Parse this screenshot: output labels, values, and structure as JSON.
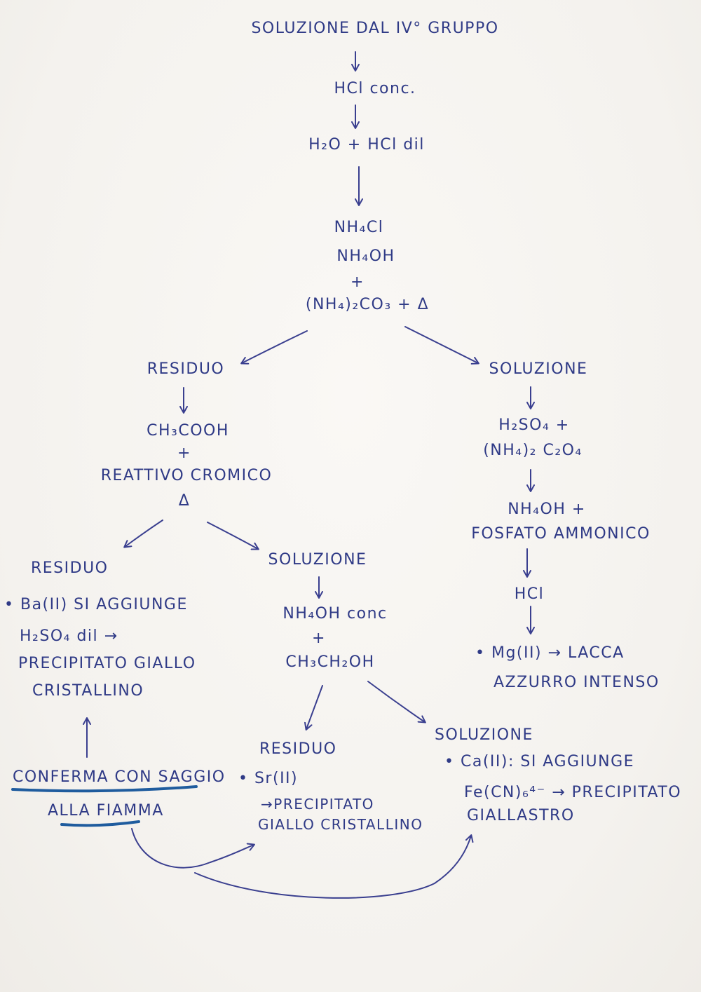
{
  "top": {
    "title": "SOLUZIONE DAL IV° GRUPPO",
    "step1": "HCl conc.",
    "step2": "H₂O + HCl dil",
    "step3_line1": "NH₄Cl",
    "step3_line2": "NH₄OH",
    "step3_plus": "+",
    "step3_line3": "(NH₄)₂CO₃ + Δ"
  },
  "left_branch": {
    "residuo": "RESIDUO",
    "reagent1": "CH₃COOH",
    "plus": "+",
    "reagent2": "REATTIVO CROMICO",
    "heat": "Δ",
    "residuo2": "RESIDUO",
    "ba_line1": "• Ba(II) SI AGGIUNGE",
    "ba_line2": "H₂SO₄ dil →",
    "ba_line3": "PRECIPITATO GIALLO",
    "ba_line4": "CRISTALLINO",
    "confirm_line1": "CONFERMA CON SAGGIO",
    "confirm_line2": "ALLA FIAMMA"
  },
  "middle_branch": {
    "soluzione": "SOLUZIONE",
    "reagent1": "NH₄OH conc",
    "plus": "+",
    "reagent2": "CH₃CH₂OH",
    "residuo": "RESIDUO",
    "sr_line1": "• Sr(II)",
    "sr_line2": "→PRECIPITATO",
    "sr_line3": "GIALLO CRISTALLINO",
    "soluzione2": "SOLUZIONE",
    "ca_line1": "• Ca(II): SI AGGIUNGE",
    "ca_line2": "Fe(CN)₆⁴⁻ → PRECIPITATO",
    "ca_line3": "GIALLASTRO"
  },
  "right_branch": {
    "soluzione": "SOLUZIONE",
    "reagent1": "H₂SO₄ +",
    "reagent2": "(NH₄)₂ C₂O₄",
    "reagent3": "NH₄OH +",
    "reagent4": "FOSFATO AMMONICO",
    "reagent5": "HCl",
    "mg_line1": "• Mg(II) → LACCA",
    "mg_line2": "AZZURRO INTENSO"
  },
  "colors": {
    "ink": "#2f3a86",
    "underline": "#1f5c9e",
    "paper": "#f6f4f0"
  }
}
